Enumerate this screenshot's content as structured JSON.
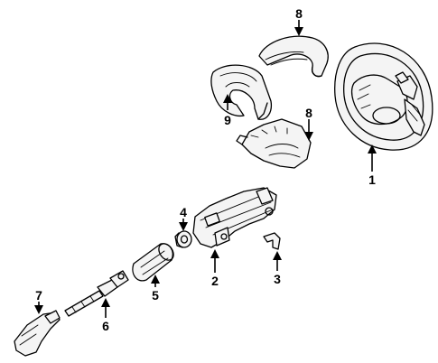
{
  "callouts": {
    "c1": "1",
    "c2": "2",
    "c3": "3",
    "c4": "4",
    "c5": "5",
    "c6": "6",
    "c7": "7",
    "c8_upper": "8",
    "c8_lower": "8",
    "c9": "9"
  }
}
